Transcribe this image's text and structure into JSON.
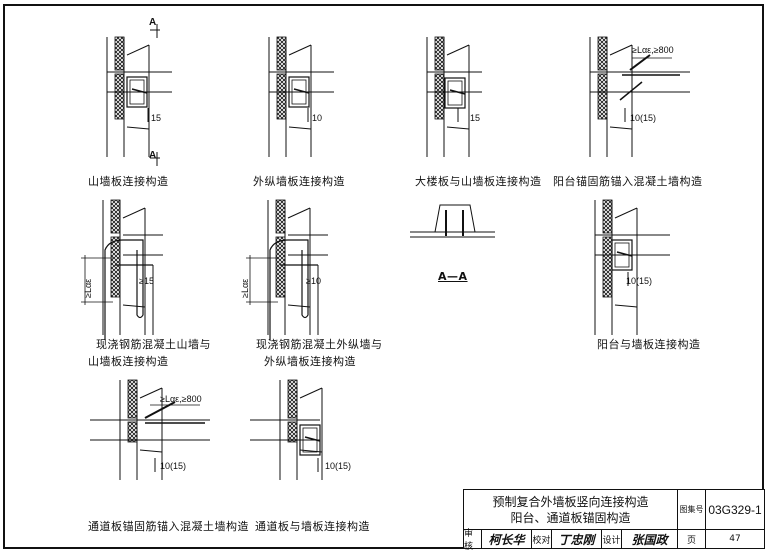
{
  "captions": {
    "d1": "山墙板连接构造",
    "d2": "外纵墙板连接构造",
    "d3": "大楼板与山墙板连接构造",
    "d4": "阳台锚固筋锚入混凝土墙构造",
    "d5_line1": "现浇钢筋混凝土山墙与",
    "d5_line2": "山墙板连接构造",
    "d6_line1": "现浇钢筋混凝土外纵墙与",
    "d6_line2": "外纵墙板连接构造",
    "d7": "A—A",
    "d8": "阳台与墙板连接构造",
    "d9": "通道板锚固筋锚入混凝土墙构造",
    "d10": "通道板与墙板连接构造"
  },
  "dims": {
    "d1": "15",
    "d2": "10",
    "d3": "15",
    "d4_top": "≥Lαε,≥800",
    "d4_side": "10(15)",
    "d5_lae": "≥Lαε",
    "d5_note": "≥15",
    "d6_lae": "≥Lαε",
    "d6_note": "≥10",
    "d8_side": "10(15)",
    "d9_top": "≥Lαε,≥800",
    "d9_side": "10(15)",
    "d10_side": "10(15)",
    "section_mark": "A"
  },
  "title_block": {
    "title_line1": "预制复合外墙板竖向连接构造",
    "title_line2": "阳台、通道板锚固构造",
    "atlas_no_label": "图集号",
    "atlas_no": "03G329-1",
    "review_label": "审核",
    "review_sig": "柯长华",
    "check_label": "校对",
    "check_sig": "丁忠刚",
    "design_label": "设计",
    "design_sig": "张国政",
    "page_label": "页",
    "page_no": "47"
  }
}
